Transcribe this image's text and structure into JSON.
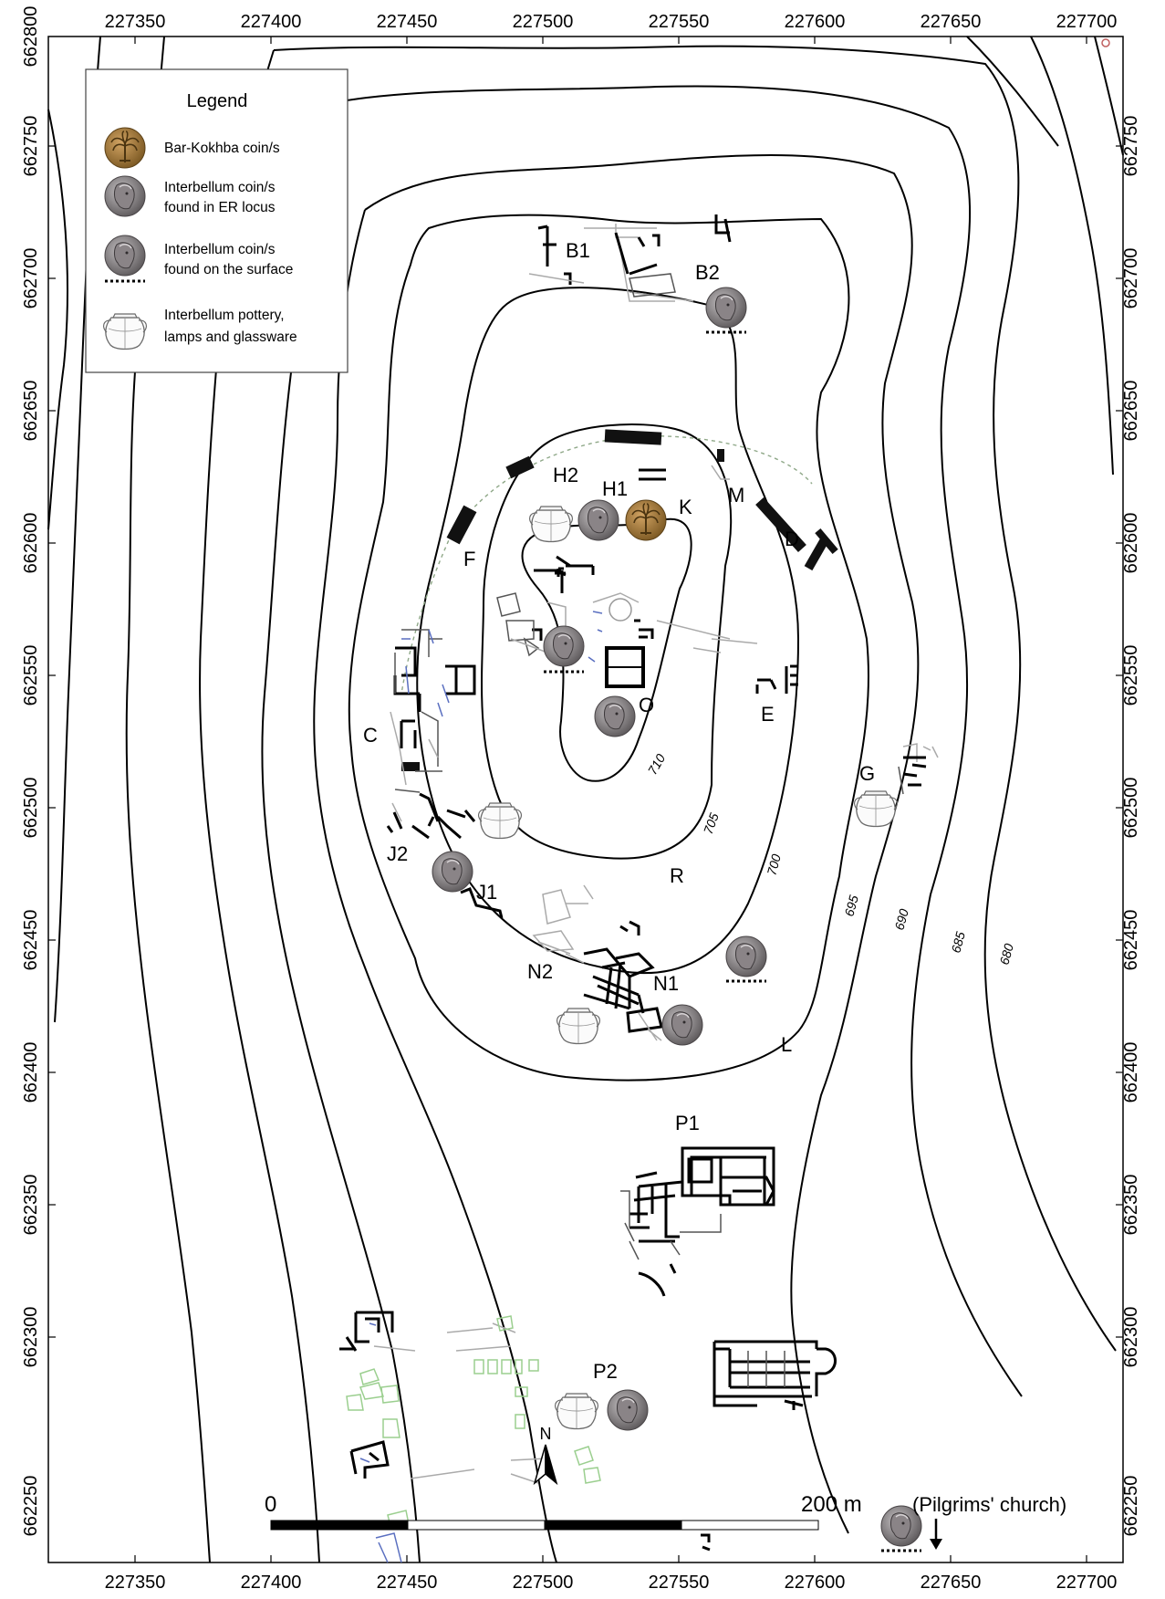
{
  "x_ticks": [
    "227350",
    "227400",
    "227450",
    "227500",
    "227550",
    "227600",
    "227650",
    "227700"
  ],
  "y_ticks": [
    "662800",
    "662750",
    "662700",
    "662650",
    "662600",
    "662550",
    "662500",
    "662450",
    "662400",
    "662350",
    "662300",
    "662250"
  ],
  "legend": {
    "title": "Legend",
    "items": [
      {
        "icon": "bar-kokhba-coin-icon",
        "line1": "Bar-Kokhba coin/s",
        "line2": ""
      },
      {
        "icon": "interbellum-coin-icon",
        "line1": "Interbellum coin/s",
        "line2": "found in ER locus"
      },
      {
        "icon": "interbellum-coin-surface-icon",
        "line1": "Interbellum coin/s",
        "line2": "found on the surface"
      },
      {
        "icon": "pottery-vessel-icon",
        "line1": "Interbellum pottery,",
        "line2": "lamps and glassware"
      }
    ]
  },
  "site_labels": {
    "B1": "B1",
    "B2": "B2",
    "H1": "H1",
    "H2": "H2",
    "K": "K",
    "M": "M",
    "D": "D",
    "F": "F",
    "C": "C",
    "O": "O",
    "E": "E",
    "G": "G",
    "J2": "J2",
    "J1": "J1",
    "R": "R",
    "N2": "N2",
    "N1": "N1",
    "L": "L",
    "P1": "P1",
    "P2": "P2"
  },
  "contour_labels": [
    "710",
    "705",
    "700",
    "695",
    "690",
    "685",
    "680"
  ],
  "scale_bar": {
    "start": "0",
    "end": "200 m"
  },
  "pilgrims_note": "(Pilgrims' church)",
  "colors": {
    "bar_kokhba_coin": "#a07a3a",
    "interbellum_coin": "#8a8688",
    "site_green": "#9bcf8f",
    "site_blue": "#5a6fc0"
  }
}
